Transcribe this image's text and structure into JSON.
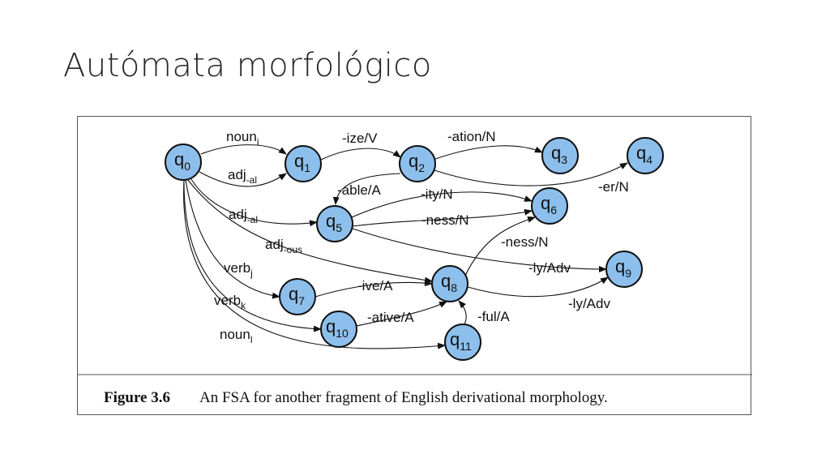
{
  "slide": {
    "title": "Autómata morfológico"
  },
  "figure": {
    "caption_label": "Figure 3.6",
    "caption_text": "An FSA for another fragment of English derivational morphology.",
    "node_fill": "#8dbfec",
    "nodes": [
      {
        "id": "q0",
        "base": "q",
        "sub": "0"
      },
      {
        "id": "q1",
        "base": "q",
        "sub": "1"
      },
      {
        "id": "q2",
        "base": "q",
        "sub": "2"
      },
      {
        "id": "q3",
        "base": "q",
        "sub": "3"
      },
      {
        "id": "q4",
        "base": "q",
        "sub": "4"
      },
      {
        "id": "q5",
        "base": "q",
        "sub": "5"
      },
      {
        "id": "q6",
        "base": "q",
        "sub": "6"
      },
      {
        "id": "q7",
        "base": "q",
        "sub": "7"
      },
      {
        "id": "q8",
        "base": "q",
        "sub": "8"
      },
      {
        "id": "q9",
        "base": "q",
        "sub": "9"
      },
      {
        "id": "q10",
        "base": "q",
        "sub": "10"
      },
      {
        "id": "q11",
        "base": "q",
        "sub": "11"
      }
    ],
    "edges": [
      {
        "from": "q0",
        "to": "q1",
        "label": "noun",
        "sub": "i"
      },
      {
        "from": "q0",
        "to": "q1",
        "label": "adj",
        "sub": "-al"
      },
      {
        "from": "q1",
        "to": "q2",
        "label": "-ize/V",
        "sub": ""
      },
      {
        "from": "q2",
        "to": "q3",
        "label": "-ation/N",
        "sub": ""
      },
      {
        "from": "q2",
        "to": "q4",
        "label": "-er/N",
        "sub": ""
      },
      {
        "from": "q2",
        "to": "q5",
        "label": "-able/A",
        "sub": ""
      },
      {
        "from": "q0",
        "to": "q5",
        "label": "adj",
        "sub": "-al"
      },
      {
        "from": "q5",
        "to": "q6",
        "label": "-ity/N",
        "sub": ""
      },
      {
        "from": "q5",
        "to": "q6",
        "label": "-ness/N",
        "sub": ""
      },
      {
        "from": "q0",
        "to": "q8",
        "label": "adj",
        "sub": "-ous"
      },
      {
        "from": "q8",
        "to": "q6",
        "label": "-ness/N",
        "sub": ""
      },
      {
        "from": "q5",
        "to": "q9",
        "label": "-ly/Adv",
        "sub": ""
      },
      {
        "from": "q8",
        "to": "q9",
        "label": "-ly/Adv",
        "sub": ""
      },
      {
        "from": "q0",
        "to": "q7",
        "label": "verb",
        "sub": "j"
      },
      {
        "from": "q7",
        "to": "q8",
        "label": "-ive/A",
        "sub": ""
      },
      {
        "from": "q0",
        "to": "q10",
        "label": "verb",
        "sub": "k"
      },
      {
        "from": "q10",
        "to": "q8",
        "label": "-ative/A",
        "sub": ""
      },
      {
        "from": "q0",
        "to": "q11",
        "label": "noun",
        "sub": "l"
      },
      {
        "from": "q11",
        "to": "q8",
        "label": "-ful/A",
        "sub": ""
      }
    ]
  }
}
